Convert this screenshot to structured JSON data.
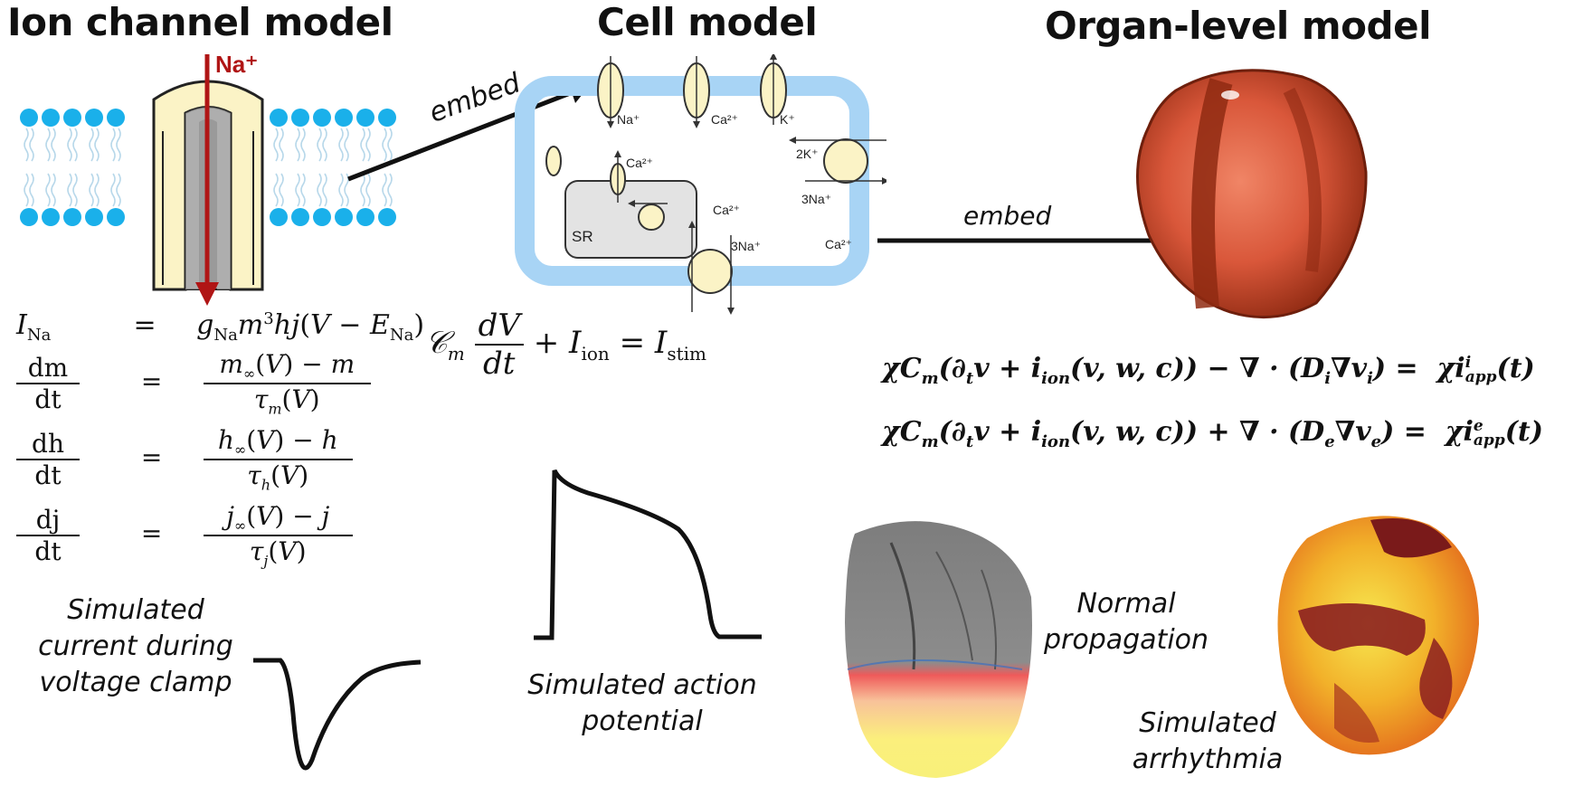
{
  "titles": {
    "ion_channel": "Ion channel model",
    "cell": "Cell model",
    "organ": "Organ-level model"
  },
  "arrows": {
    "embed1": "embed",
    "embed2": "embed"
  },
  "channel": {
    "ion": "Na⁺"
  },
  "cell_labels": {
    "na": "Na⁺",
    "ca": "Ca²⁺",
    "k": "K⁺",
    "k2": "2K⁺",
    "na3": "3Na⁺",
    "sr": "SR",
    "sr_ca_top": "Ca²⁺",
    "sr_ca_pump": "Ca²⁺",
    "na3_bottom": "3Na⁺",
    "ca_bottom": "Ca²⁺"
  },
  "hh_equations": {
    "ina_lhs": "I_Na",
    "ina_rhs": "g_Na m³hj(V − E_Na)",
    "dm_lhs_num": "dm",
    "dm_lhs_den": "dt",
    "dm_num": "m∞(V) − m",
    "dm_den": "τm(V)",
    "dh_lhs_num": "dh",
    "dh_lhs_den": "dt",
    "dh_num": "h∞(V) − h",
    "dh_den": "τh(V)",
    "dj_lhs_num": "dj",
    "dj_lhs_den": "dt",
    "dj_num": "j∞(V) − j",
    "dj_den": "τj(V)",
    "eq": "="
  },
  "cell_equation": {
    "cm": "𝒞m",
    "num": "dV",
    "den": "dt",
    "rest": "+ I_ion = I_stim"
  },
  "bidomain": {
    "eq1": "χCm(∂tv + iion(v, w, c)) − ∇ · (Di∇vi) =  χi^i_app(t)",
    "eq2": "χCm(∂tv + iion(v, w, c)) + ∇ · (De∇ve) =  χi^e_app(t)"
  },
  "captions": {
    "current": [
      "Simulated",
      "current during",
      "voltage clamp"
    ],
    "ap": [
      "Simulated action",
      "potential"
    ],
    "normal": [
      "Normal",
      "propagation"
    ],
    "arrhythmia": [
      "Simulated",
      "arrhythmia"
    ]
  },
  "colors": {
    "membrane_head": "#1ab0ea",
    "cell_outline": "#a8d4f5",
    "channel_fill": "#fbf3c6",
    "na_arrow": "#b01515",
    "heart_dark": "#8f2a12",
    "heart_light": "#e05a3a"
  }
}
